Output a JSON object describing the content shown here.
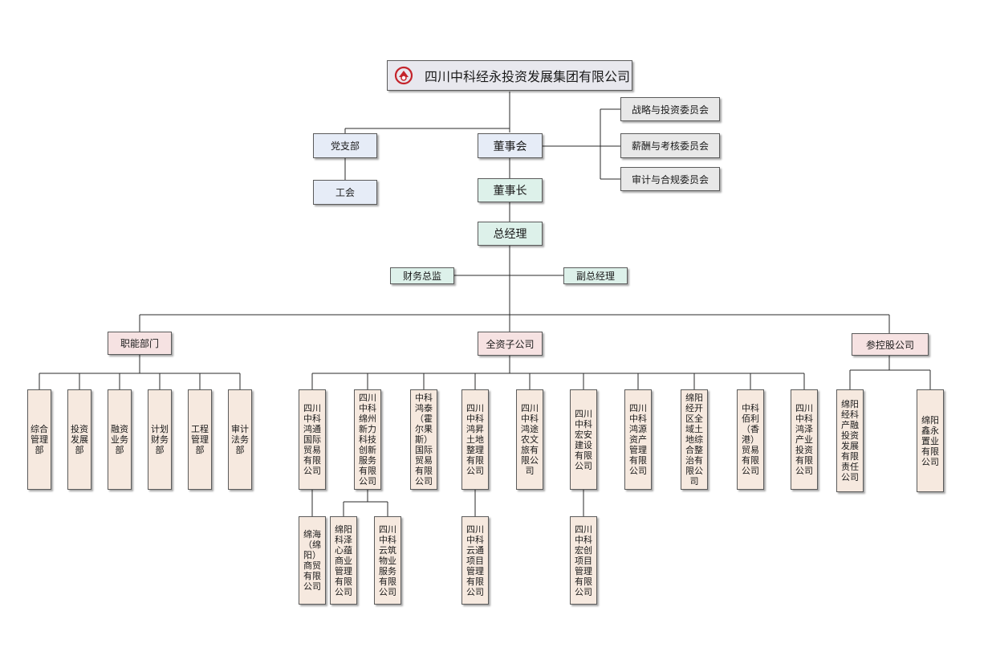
{
  "colors": {
    "root": "#e8e8ee",
    "blue": "#e6ecf7",
    "teal": "#ddf1ea",
    "gray": "#e8e8e8",
    "pink": "#f6e2e2",
    "beige": "#f6e9df",
    "logo_red": "#c4242b"
  },
  "root": {
    "label": "四川中科经永投资发展集团有限公司",
    "logo_icon": "company-logo-icon"
  },
  "party": {
    "party_branch": "党支部",
    "union": "工会"
  },
  "board": {
    "board": "董事会",
    "chairman": "董事长",
    "general_manager": "总经理"
  },
  "committees": [
    "战略与投资委员会",
    "薪酬与考核委员会",
    "审计与合规委员会"
  ],
  "deputies": {
    "cfo": "财务总监",
    "vice_gm": "副总经理"
  },
  "groups": {
    "functional": "职能部门",
    "wholly_owned": "全资子公司",
    "equity": "参控股公司"
  },
  "departments": [
    "综合\n管理\n部",
    "投资\n发展\n部",
    "融资\n业务\n部",
    "计划\n财务\n部",
    "工程\n管理\n部",
    "审计\n法务\n部"
  ],
  "subsidiaries": [
    "四川\n中科\n鸿通\n国际\n贸易\n有限\n公司",
    "四川\n中科\n绵州\n新力\n科技\n创新\n服务\n有限\n公司",
    "中科\n鸿泰\n（霍\n尔果\n斯）\n国际\n贸易\n有限\n公司",
    "四川\n中科\n鸿昇\n土地\n整理\n有限\n公司",
    "四川\n中科\n鸿途\n农文\n旅有\n限公\n司",
    "四川\n中科\n宏安\n建设\n有限\n公司",
    "四川\n中科\n鸿源\n资产\n管理\n有限\n公司",
    "绵阳\n经开\n区全\n域土\n地综\n合整\n治有\n限公\n司",
    "中科\n佰利\n（香\n港）\n贸易\n有限\n公司",
    "四川\n中科\n鸿泽\n产业\n投资\n有限\n公司"
  ],
  "sub_subsidiaries": [
    "绵海\n（绵\n阳）\n商贸\n有限\n公司",
    "绵阳\n科泽\n心蕴\n商业\n管理\n有限\n公司",
    "四川\n中科\n云筑\n物业\n服务\n有限\n公司",
    "四川\n中科\n云通\n项目\n管理\n有限\n公司",
    "四川\n中科\n宏创\n项目\n管理\n有限\n公司"
  ],
  "equity_companies": [
    "绵阳\n经科\n产融\n投资\n发展\n有限\n责任\n公司",
    "绵阳\n鑫永\n置业\n有限\n公司"
  ]
}
